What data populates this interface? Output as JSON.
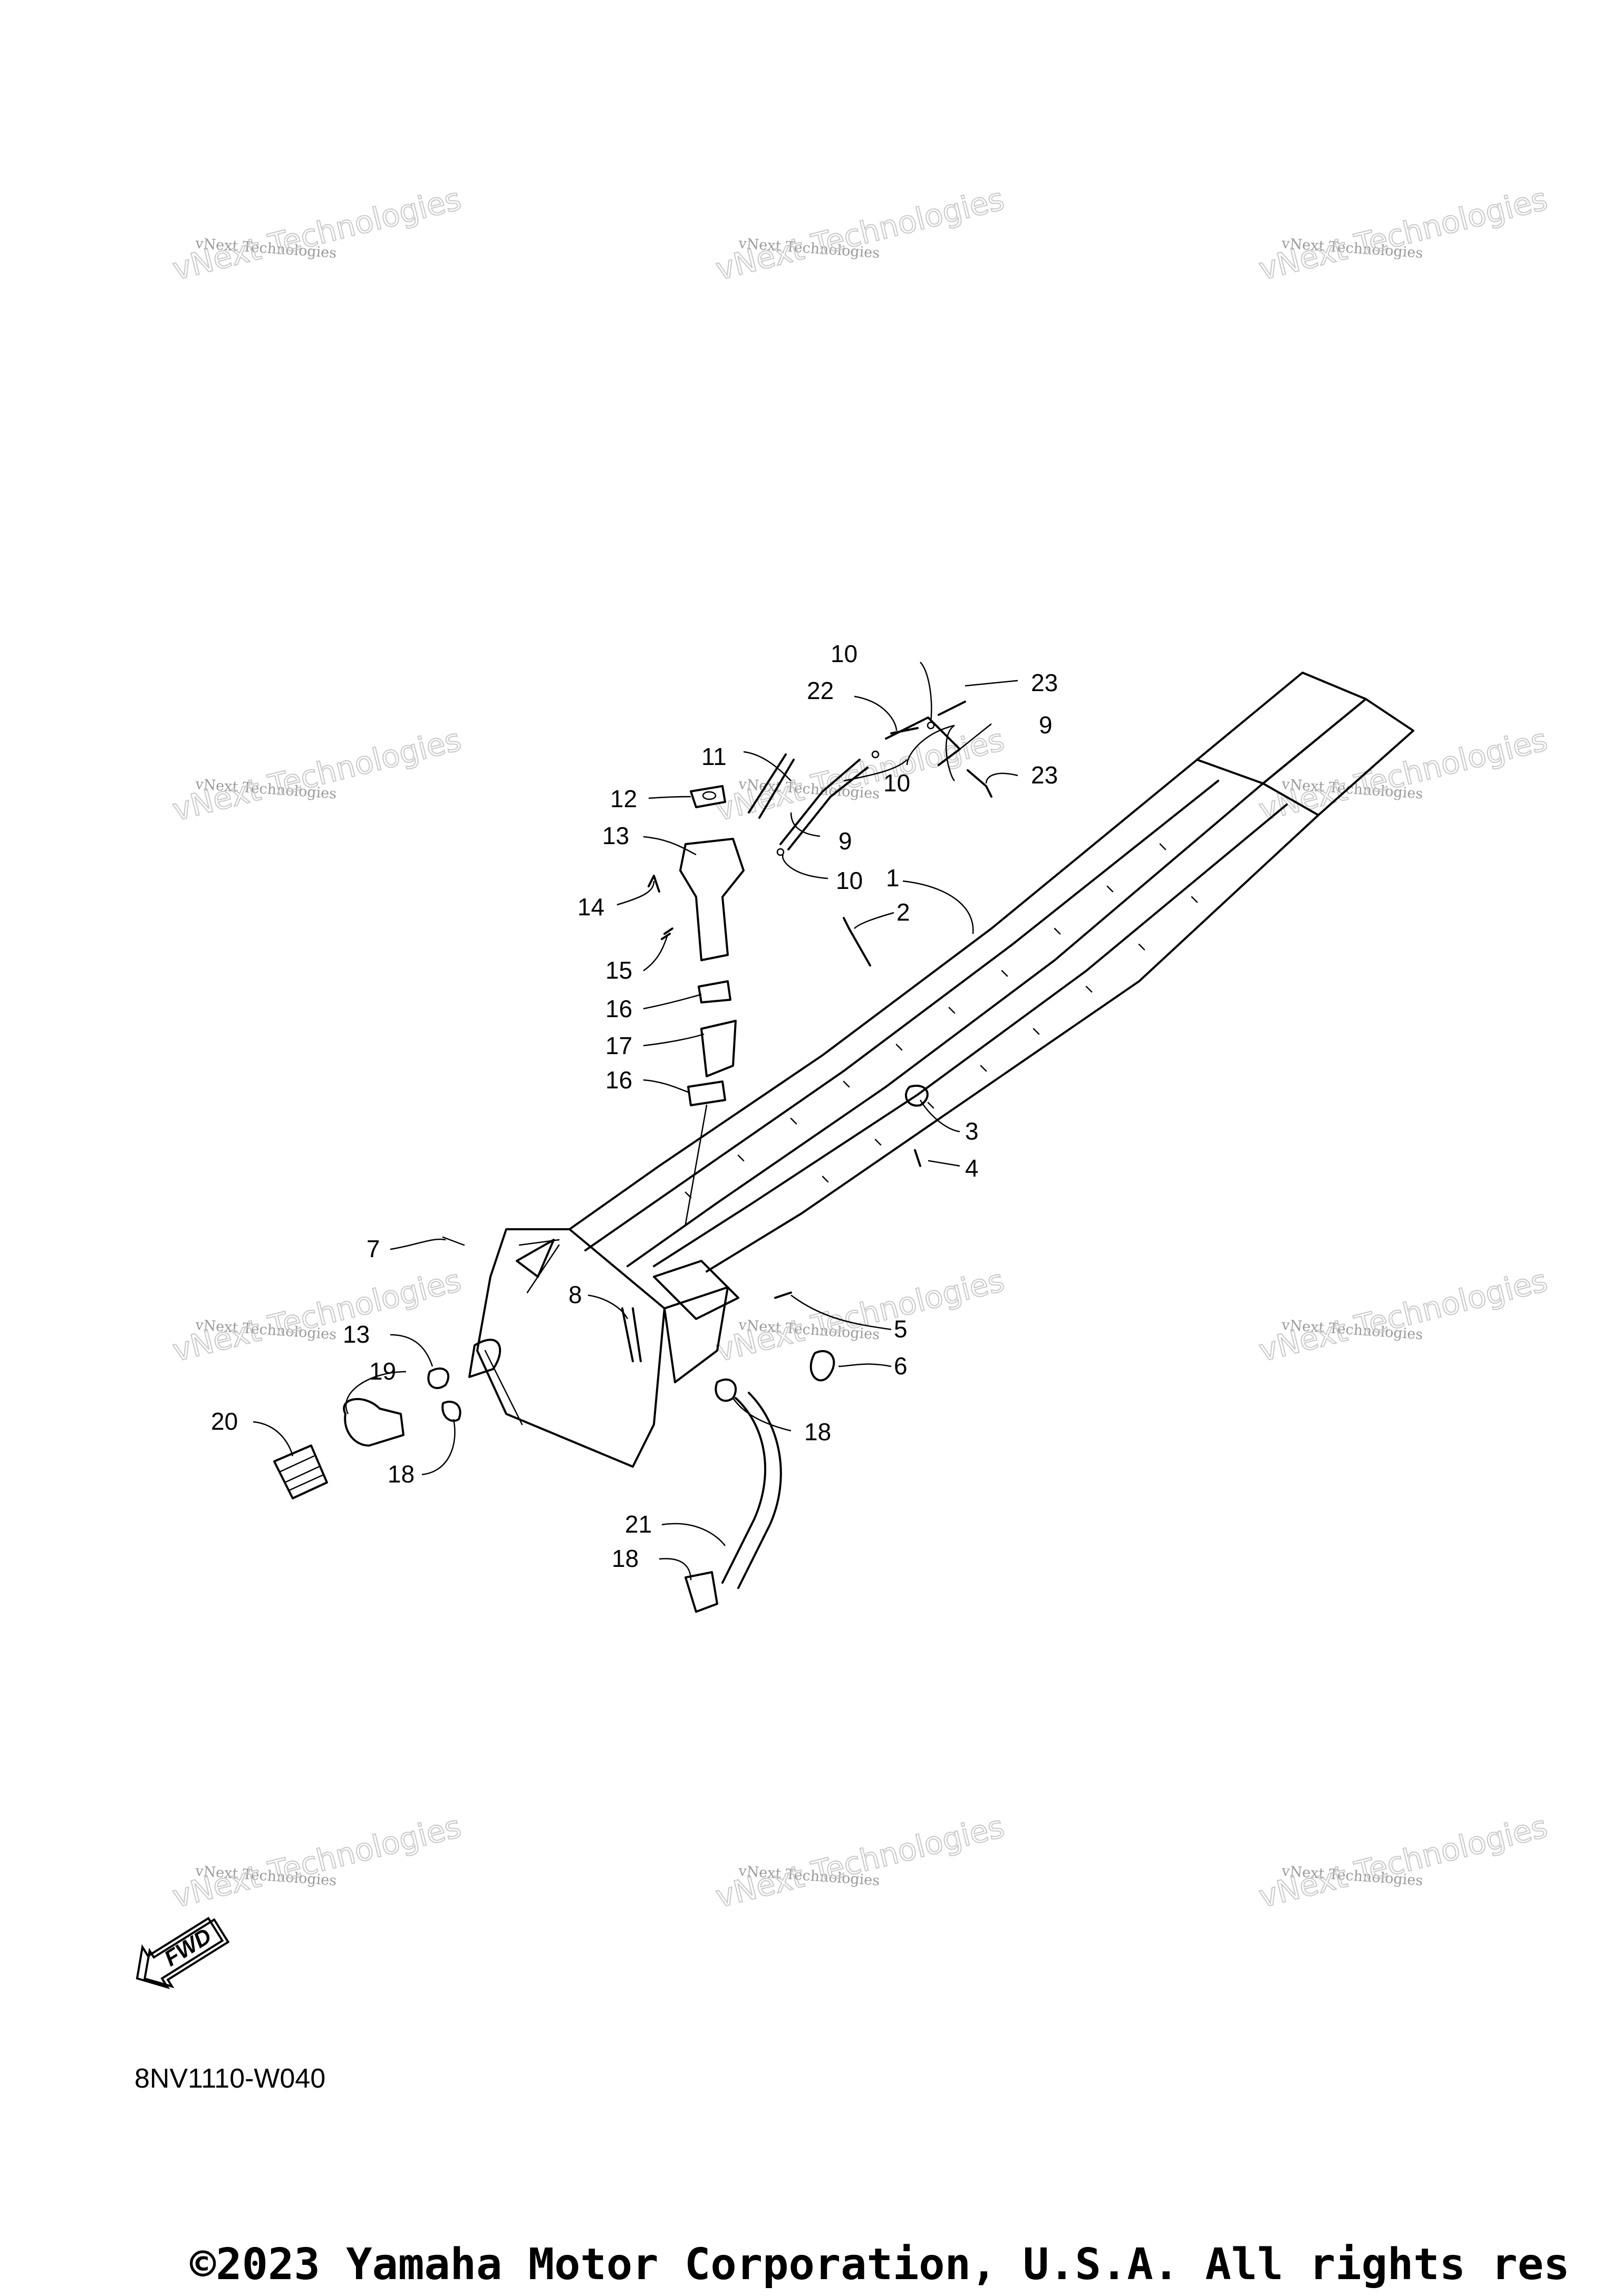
{
  "diagram": {
    "code": "8NV1110-W040",
    "fwd_label": "FWD",
    "copyright": "©2023 Yamaha Motor Corporation, U.S.A. All rights res",
    "watermark_small": "vNext Technologies",
    "watermark_large": "vNext Technologies",
    "callouts": {
      "c1": "1",
      "c2": "2",
      "c3": "3",
      "c4": "4",
      "c5": "5",
      "c6": "6",
      "c7": "7",
      "c8": "8",
      "c9a": "9",
      "c9b": "9",
      "c10a": "10",
      "c10b": "10",
      "c10c": "10",
      "c11": "11",
      "c12": "12",
      "c13a": "13",
      "c13b": "13",
      "c14": "14",
      "c15": "15",
      "c16a": "16",
      "c16b": "16",
      "c17": "17",
      "c18a": "18",
      "c18b": "18",
      "c18c": "18",
      "c19": "19",
      "c20": "20",
      "c21": "21",
      "c22": "22",
      "c23a": "23",
      "c23b": "23"
    }
  }
}
